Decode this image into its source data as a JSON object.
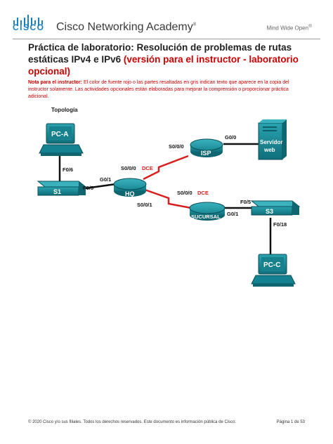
{
  "header": {
    "brand": "CISCO",
    "academy": "Cisco Networking Academy",
    "trademark": "®",
    "tagline": "Mind Wide Open",
    "tagline_tm": "®"
  },
  "title": {
    "main": "Práctica de laboratorio: Resolución de problemas de rutas estáticas IPv4 e IPv6 ",
    "highlight": "(versión para el instructor - laboratorio opcional)"
  },
  "note": {
    "label": "Nota para el instructor:",
    "text": " El color de fuente rojo o las partes resaltadas en gris indican texto que aparece en la copia del instructor solamente. Las actividades opcionales están elaboradas para mejorar la comprensión o proporcionar práctica adicional."
  },
  "topology": {
    "heading": "Topología",
    "devices": {
      "pca": "PC-A",
      "s1": "S1",
      "hq": "HQ",
      "isp": "ISP",
      "server_line1": "Servidor",
      "server_line2": "web",
      "sucursal": "SUCURSAL",
      "s3": "S3",
      "pcc": "PC-C"
    },
    "ports": {
      "pca_s1": "F0/6",
      "s1_hq_left": "F0/5",
      "s1_hq_right": "G0/1",
      "hq_isp_serial": "S0/0/0",
      "hq_isp_dce": "DCE",
      "isp_serial": "S0/0/0",
      "isp_server": "G0/0",
      "hq_suc_serial": "S0/0/1",
      "suc_serial": "S0/0/0",
      "suc_dce": "DCE",
      "suc_s3": "G0/1",
      "s3_suc": "F0/5",
      "s3_pcc": "F0/18"
    },
    "colors": {
      "device": "#1c8a96",
      "device_dark": "#0d5f6a",
      "serial_link": "#d81e1e",
      "dce": "#d81e1e"
    }
  },
  "footer": {
    "copyright": "© 2020 Cisco y/o sus filiales. Todos los derechos reservados. Este documento es información pública de Cisco.",
    "page": "Página 1 de 53"
  }
}
